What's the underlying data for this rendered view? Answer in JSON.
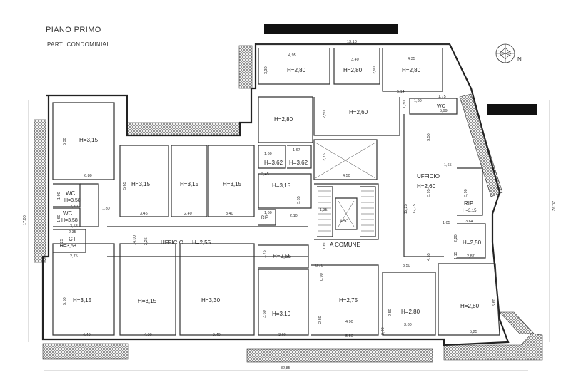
{
  "header": {
    "title": "PIANO PRIMO",
    "subtitle": "PARTI CONDOMINIALI"
  },
  "compass": {
    "label": "N"
  },
  "labels": {
    "ufficio_west": "UFFICIO",
    "h_corridor": "H=2,55",
    "ufficio_east": "UFFICIO",
    "h_ufficio_east": "H=2,60",
    "a_comune": "A COMUNE",
    "asc": "ASC",
    "rip1": "RIP",
    "rip2": "RIP",
    "h_rip2": "H=3,15",
    "wc_east": "WC",
    "wc1": "WC",
    "wc1_h": "H=3,58",
    "wc2": "WC",
    "wc2_h": "H=3,58",
    "ct": "CT",
    "ct_h": "H=3,58"
  },
  "rooms": [
    {
      "label": "H=2,80"
    },
    {
      "label": "H=2,80"
    },
    {
      "label": "H=2,80"
    },
    {
      "label": "H=2,80"
    },
    {
      "label": "H=2,60"
    },
    {
      "label": "H=3,15"
    },
    {
      "label": "H=3,15"
    },
    {
      "label": "H=3,15"
    },
    {
      "label": "H=3,15"
    },
    {
      "label": "H=3,62"
    },
    {
      "label": "H=3,62"
    },
    {
      "label": "H=3,15"
    },
    {
      "label": "H=2,50"
    },
    {
      "label": "H=3,15"
    },
    {
      "label": "H=3,15"
    },
    {
      "label": "H=3,30"
    },
    {
      "label": "H=2,55"
    },
    {
      "label": "H=3,10"
    },
    {
      "label": "H=2,75"
    },
    {
      "label": "H=2,80"
    },
    {
      "label": "H=2,80"
    }
  ],
  "dimensions": [
    "13,10",
    "4,95",
    "3,40",
    "4,35",
    "3,30",
    "2,90",
    "5,14",
    "1,75",
    "1,30",
    "1,30",
    "5,99",
    "2,50",
    "5,30",
    "6,80",
    "2,75",
    "1,60",
    "1,67",
    "3,45",
    "4,50",
    "5,65",
    "3,45",
    "2,40",
    "3,40",
    "1,60",
    "2,10",
    "1,90",
    "2,70",
    "1,80",
    "1,60",
    "3,58",
    "2,35",
    "2,25",
    "2,75",
    "14,00",
    "2,25",
    "1,35",
    "1,60",
    "3,85",
    "3,50",
    "1,65",
    "12,75",
    "3,95",
    "12,25",
    "4,55",
    "3,90",
    "1,05",
    "3,64",
    "2,20",
    "2,87",
    "1,15",
    "3,50",
    "5,50",
    "4,40",
    "4,00",
    "5,40",
    "1,75",
    "0,76",
    "0,90",
    "3,60",
    "2,80",
    "3,60",
    "4,90",
    "5,50",
    "2,50",
    "3,80",
    "0,90",
    "5,60",
    "5,25",
    "32,85",
    "17,00",
    "20,92"
  ]
}
